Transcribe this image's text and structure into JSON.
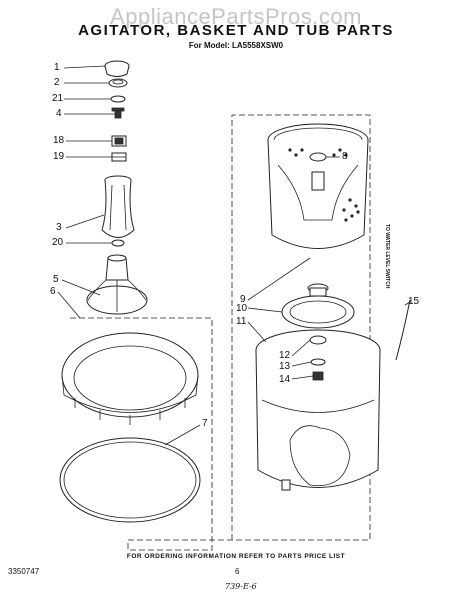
{
  "watermark": "AppliancePartsPros.com",
  "title": "AGITATOR, BASKET AND TUB PARTS",
  "model": "For Model: LA5558XSW0",
  "side_note": "TO WATER LEVEL SWITCH",
  "callouts": [
    "1",
    "2",
    "21",
    "4",
    "18",
    "19",
    "3",
    "20",
    "5",
    "6",
    "7",
    "8",
    "9",
    "10",
    "11",
    "12",
    "13",
    "14",
    "15"
  ],
  "footer": "FOR ORDERING INFORMATION REFER TO PARTS PRICE LIST",
  "doc_number": "3350747",
  "page_number": "6",
  "handwritten_code": "739-E-6"
}
